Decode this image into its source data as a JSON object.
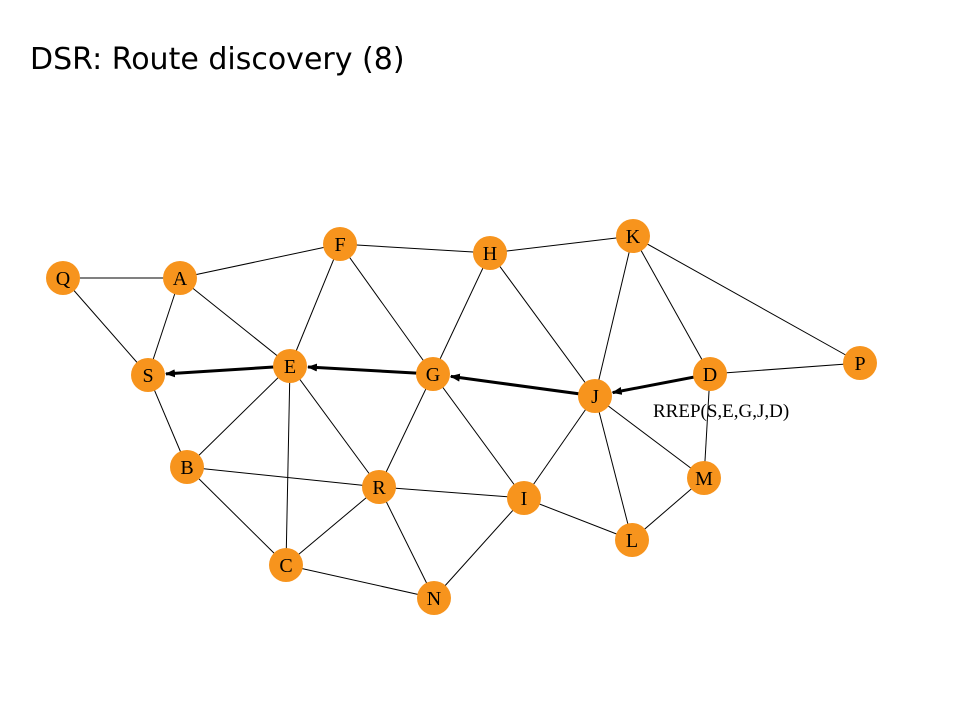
{
  "slide": {
    "title": "DSR: Route discovery (8)"
  },
  "colors": {
    "node_fill": "#F7941D",
    "edge": "#000000",
    "arrow": "#000000",
    "background": "#FFFFFF"
  },
  "graph": {
    "nodes": [
      {
        "id": "Q"
      },
      {
        "id": "A"
      },
      {
        "id": "F"
      },
      {
        "id": "H"
      },
      {
        "id": "K"
      },
      {
        "id": "S"
      },
      {
        "id": "E"
      },
      {
        "id": "G"
      },
      {
        "id": "J"
      },
      {
        "id": "D"
      },
      {
        "id": "P"
      },
      {
        "id": "B"
      },
      {
        "id": "R"
      },
      {
        "id": "I"
      },
      {
        "id": "M"
      },
      {
        "id": "L"
      },
      {
        "id": "C"
      },
      {
        "id": "N"
      }
    ],
    "edges": [
      [
        "Q",
        "A"
      ],
      [
        "Q",
        "S"
      ],
      [
        "A",
        "S"
      ],
      [
        "A",
        "F"
      ],
      [
        "A",
        "E"
      ],
      [
        "F",
        "H"
      ],
      [
        "F",
        "E"
      ],
      [
        "F",
        "G"
      ],
      [
        "H",
        "K"
      ],
      [
        "H",
        "G"
      ],
      [
        "H",
        "J"
      ],
      [
        "K",
        "J"
      ],
      [
        "K",
        "D"
      ],
      [
        "K",
        "P"
      ],
      [
        "D",
        "P"
      ],
      [
        "D",
        "M"
      ],
      [
        "S",
        "B"
      ],
      [
        "E",
        "B"
      ],
      [
        "E",
        "C"
      ],
      [
        "E",
        "R"
      ],
      [
        "G",
        "R"
      ],
      [
        "G",
        "I"
      ],
      [
        "J",
        "I"
      ],
      [
        "J",
        "L"
      ],
      [
        "J",
        "M"
      ],
      [
        "M",
        "L"
      ],
      [
        "B",
        "R"
      ],
      [
        "B",
        "C"
      ],
      [
        "R",
        "I"
      ],
      [
        "R",
        "C"
      ],
      [
        "R",
        "N"
      ],
      [
        "I",
        "L"
      ],
      [
        "I",
        "N"
      ],
      [
        "C",
        "N"
      ]
    ],
    "route_reply": {
      "label": "RREP(S,E,G,J,D)",
      "arrows": [
        [
          "D",
          "J"
        ],
        [
          "J",
          "G"
        ],
        [
          "G",
          "E"
        ],
        [
          "E",
          "S"
        ]
      ]
    }
  }
}
